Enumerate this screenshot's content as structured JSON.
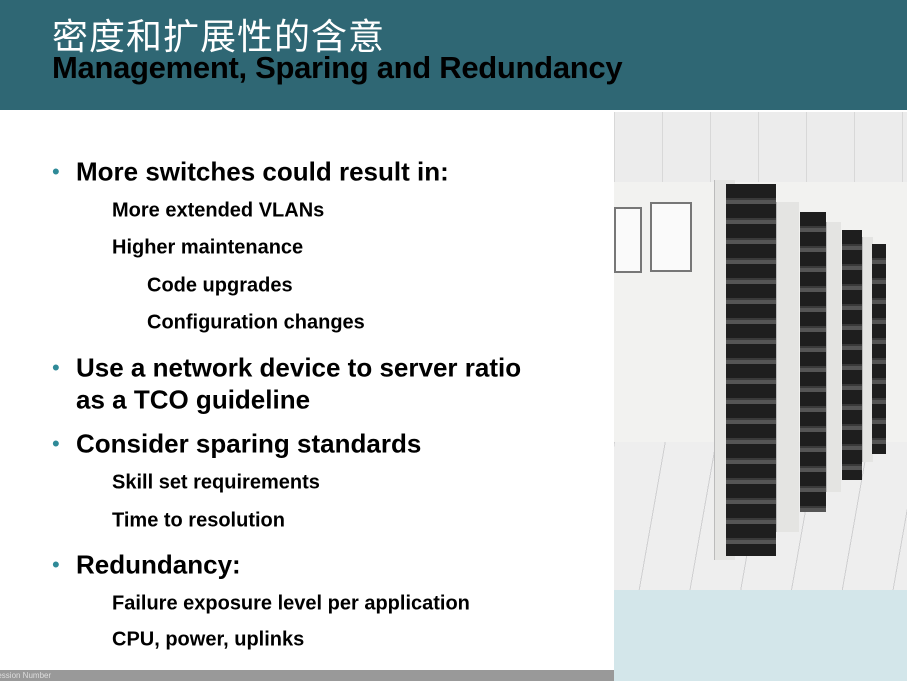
{
  "header": {
    "title_cn": "密度和扩展性的含意",
    "title_en": "Management, Sparing and Redundancy"
  },
  "bullets": [
    {
      "text": "More switches could result in:",
      "subs": [
        "More extended VLANs",
        "Higher maintenance"
      ],
      "subsubs": [
        "Code upgrades",
        "Configuration changes"
      ]
    },
    {
      "text_line1": "Use a network device to server ratio",
      "text_line2": "as a TCO guideline"
    },
    {
      "text": "Consider sparing standards",
      "subs": [
        "Skill set requirements",
        "Time to resolution"
      ]
    },
    {
      "text": "Redundancy:",
      "subs": [
        "Failure exposure level per application",
        "CPU, power, uplinks"
      ]
    }
  ],
  "bullet_glyph": "•",
  "footer": {
    "session_label": "Session Number"
  },
  "colors": {
    "header": "#2f6774",
    "bullet": "#2f8a98",
    "footer": "#999999",
    "panel": "#d3e6ea"
  }
}
